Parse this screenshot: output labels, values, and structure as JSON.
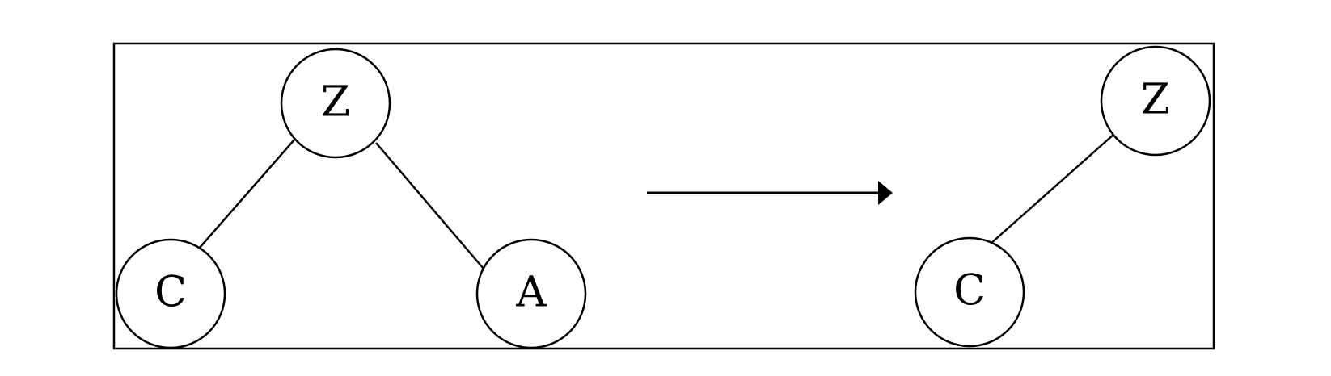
{
  "diagram": {
    "colors": {
      "stroke": "#000000",
      "node_fill": "#ffffff",
      "background": "#ffffff"
    },
    "before_tree": {
      "root": "Z",
      "left_child": "C",
      "right_child": "A"
    },
    "after_tree": {
      "root": "Z",
      "left_child": "C"
    },
    "transition": "arrow-right-icon"
  }
}
